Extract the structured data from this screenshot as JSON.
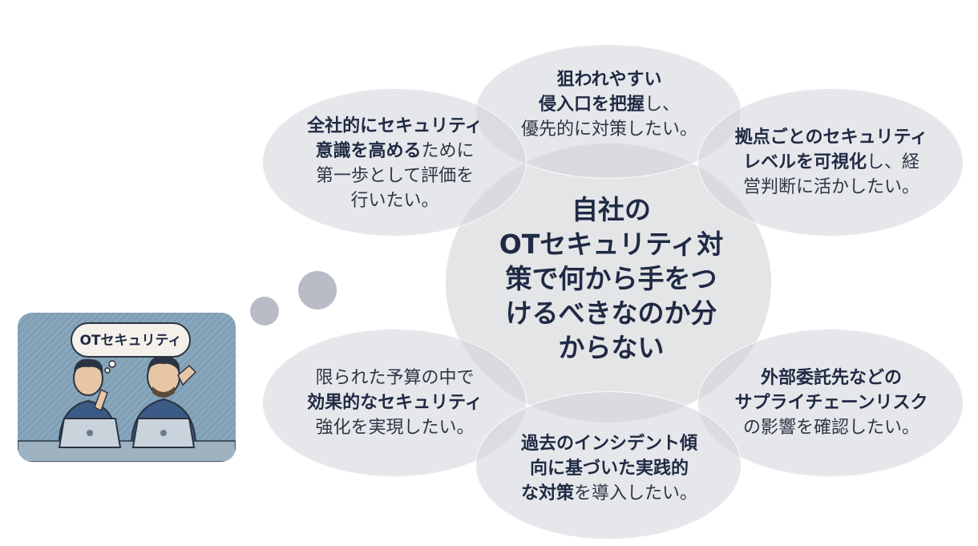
{
  "center": {
    "lines": [
      "自社の",
      "OTセキュリティ対",
      "策で何から手をつ",
      "けるべきなのか分",
      "からない"
    ]
  },
  "needs": {
    "top": {
      "bold": "狙われやすい\n侵入口を把握",
      "rest": "し、\n優先的に対策したい。"
    },
    "upper_left": {
      "bold": "全社的にセキュリティ\n意識を高める",
      "rest": "ために\n第一歩として評価を\n行いたい。"
    },
    "upper_right": {
      "bold": "拠点ごとのセキュリティ\nレベルを可視化",
      "rest": "し、経\n営判断に活かしたい。"
    },
    "lower_left": {
      "pre": "限られた予算の中で\n",
      "bold": "効果的なセキュリティ",
      "rest": "\n強化を実現したい。"
    },
    "lower_right": {
      "bold": "外部委託先などの\nサプライチェーンリスク",
      "rest": "\nの影響を確認したい。"
    },
    "bottom": {
      "bold": "過去のインシデント傾\n向に基づいた実践的\nな対策",
      "rest": "を導入したい。"
    }
  },
  "illustration": {
    "thought_label": "OTセキュリティ",
    "description_icon": "two-worried-engineers-at-laptops"
  },
  "colors": {
    "ellipse": "#d2d4d8",
    "text_dark": "#1f2a44",
    "bubble": "#b9bcc6"
  }
}
